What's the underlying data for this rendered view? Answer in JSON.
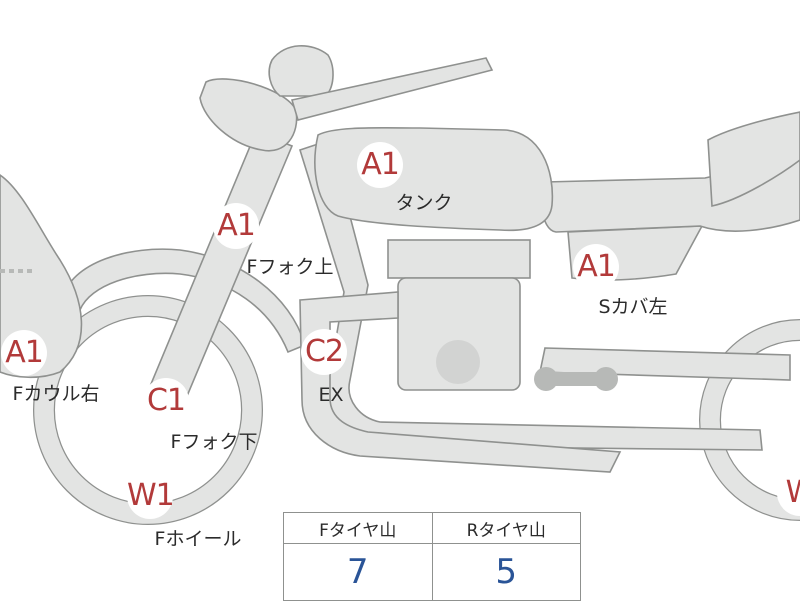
{
  "parts": [
    {
      "id": "tank",
      "code": "A1",
      "label": "タンク"
    },
    {
      "id": "fork-upper",
      "code": "A1",
      "label": "Fフォク上"
    },
    {
      "id": "side-cover-left",
      "code": "A1",
      "label": "Sカバ左"
    },
    {
      "id": "front-cowl-right",
      "code": "A1",
      "label": "Fカウル右"
    },
    {
      "id": "exhaust",
      "code": "C2",
      "label": "EX"
    },
    {
      "id": "fork-lower",
      "code": "C1",
      "label": "Fフォク下"
    },
    {
      "id": "front-wheel",
      "code": "W1",
      "label": "Fホイール"
    },
    {
      "id": "rear-wheel",
      "code": "W",
      "label": ""
    }
  ],
  "tread_table": {
    "headers": [
      "Fタイヤ山",
      "Rタイヤ山"
    ],
    "values": [
      "7",
      "5"
    ]
  },
  "colors": {
    "part_fill": "#e3e4e3",
    "outline": "#8f918f",
    "code_text": "#b23a3a",
    "value_text": "#2a5497"
  }
}
